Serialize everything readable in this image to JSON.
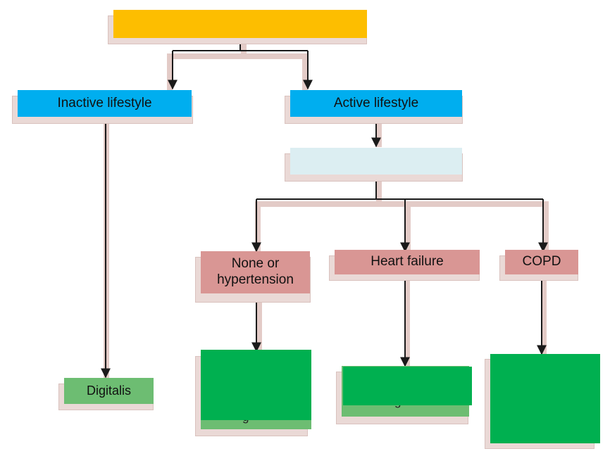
{
  "colors": {
    "top": "#FDBE00",
    "lifestyle": "#00AEEF",
    "sub": "#DCEEF2",
    "condition": "#D99694",
    "drug_light": "#6DBD72",
    "drug_cover": "#00B050",
    "connector": "#1a1a1a",
    "connector_shadow": "#e3cbc7"
  },
  "nodes": {
    "top": "",
    "inactive": "Inactive lifestyle",
    "active": "Active lifestyle",
    "sub": "",
    "none": "None or\nhypertension",
    "heart_failure": "Heart failure",
    "copd": "COPD",
    "digitalis": "Digitalis"
  },
  "fragments": {
    "under_first_cover": "g",
    "under_second_cover": "g"
  }
}
